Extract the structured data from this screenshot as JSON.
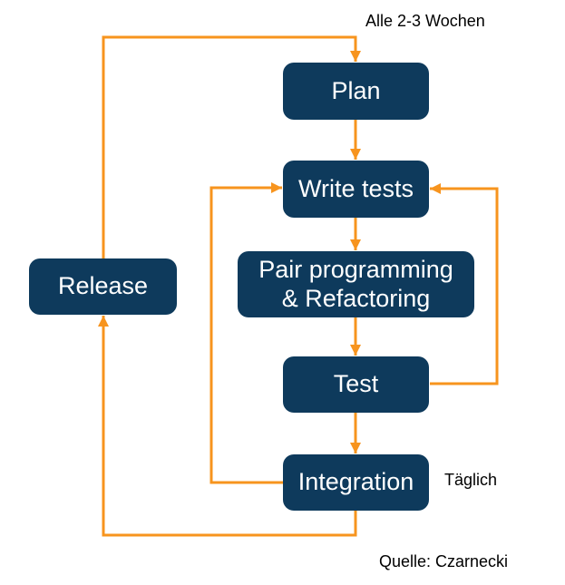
{
  "colors": {
    "background": "#FFFFFF",
    "node_fill": "#0E3A5C",
    "node_text": "#FFFFFF",
    "arrow": "#F7941E",
    "annotation_text": "#000000"
  },
  "nodes": {
    "plan": {
      "label": "Plan"
    },
    "write_tests": {
      "label": "Write tests"
    },
    "pair_programming": {
      "label": "Pair programming\n& Refactoring"
    },
    "test": {
      "label": "Test"
    },
    "integration": {
      "label": "Integration"
    },
    "release": {
      "label": "Release"
    }
  },
  "edges": [
    {
      "from": "plan",
      "to": "write_tests"
    },
    {
      "from": "write_tests",
      "to": "pair_programming"
    },
    {
      "from": "pair_programming",
      "to": "test"
    },
    {
      "from": "test",
      "to": "integration"
    },
    {
      "from": "test",
      "to": "write_tests"
    },
    {
      "from": "integration",
      "to": "write_tests"
    },
    {
      "from": "integration",
      "to": "release"
    },
    {
      "from": "release",
      "to": "plan"
    }
  ],
  "annotations": {
    "cycle_frequency": "Alle 2-3 Wochen",
    "integration_frequency": "Täglich",
    "source": "Quelle: Czarnecki"
  }
}
